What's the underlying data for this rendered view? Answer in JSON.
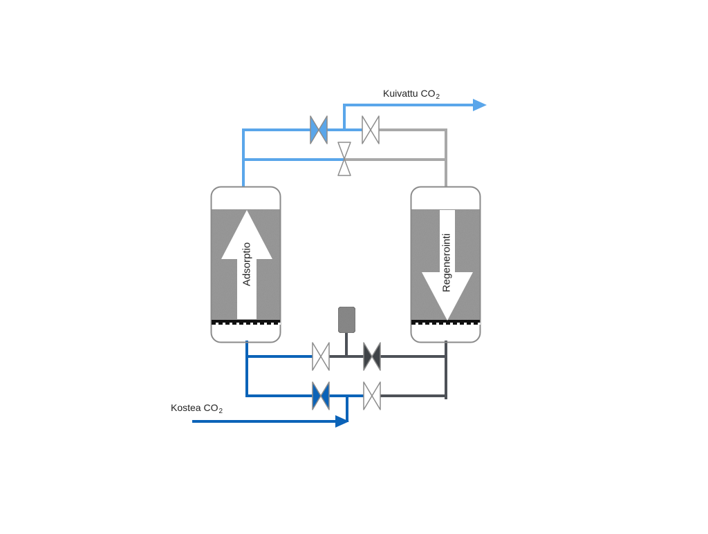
{
  "labels": {
    "outlet": {
      "text": "Kuivattu CO",
      "sub": "2"
    },
    "inlet": {
      "text": "Kostea CO",
      "sub": "2"
    },
    "left_column": "Adsorptio",
    "right_column": "Regenerointi"
  },
  "colors": {
    "dry_gas": "#5aa6ea",
    "wet_gas": "#0b63b8",
    "idle_top": "#a8a8a8",
    "idle_bottom": "#4d5157",
    "vessel_outline": "#8a8a8a",
    "bed_fill": "#9a9a9a",
    "open_valve_edge": "#8c8c8c",
    "closed_dark_valve": "#3f4347"
  },
  "valves": [
    {
      "name": "top-left-valve-icon",
      "state": "closed",
      "color": "dry_gas"
    },
    {
      "name": "top-right-valve-icon",
      "state": "open"
    },
    {
      "name": "top-center-valve-icon",
      "state": "open"
    },
    {
      "name": "bottom-upper-left-valve-icon",
      "state": "open"
    },
    {
      "name": "bottom-upper-right-valve-icon",
      "state": "closed",
      "color": "closed_dark_valve"
    },
    {
      "name": "bottom-lower-left-valve-icon",
      "state": "closed",
      "color": "wet_gas"
    },
    {
      "name": "bottom-lower-right-valve-icon",
      "state": "open"
    }
  ]
}
